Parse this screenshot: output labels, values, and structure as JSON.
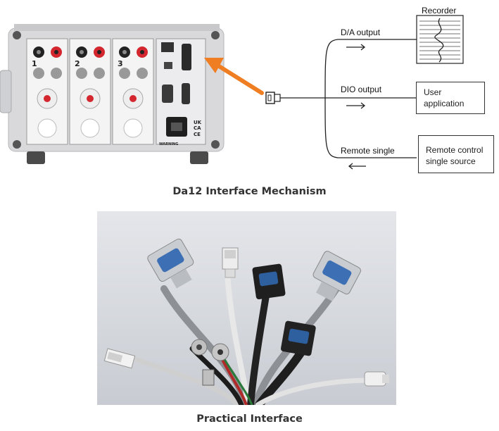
{
  "diagram": {
    "labels": {
      "da_output": "D/A output",
      "dio_output": "DIO output",
      "remote_single": "Remote single"
    },
    "boxes": {
      "recorder": "Recorder",
      "user_application": [
        "User",
        "application"
      ],
      "remote_control": [
        "Remote control",
        "single source"
      ]
    },
    "caption_top": "Da12 Interface Mechanism",
    "accent_color": "#ef7d22"
  },
  "photo": {
    "caption": "Practical Interface"
  },
  "device_panel": {
    "channels": [
      "1",
      "2",
      "3"
    ],
    "markings": [
      "UK",
      "CA",
      "CE"
    ],
    "warning": "WARNING"
  }
}
